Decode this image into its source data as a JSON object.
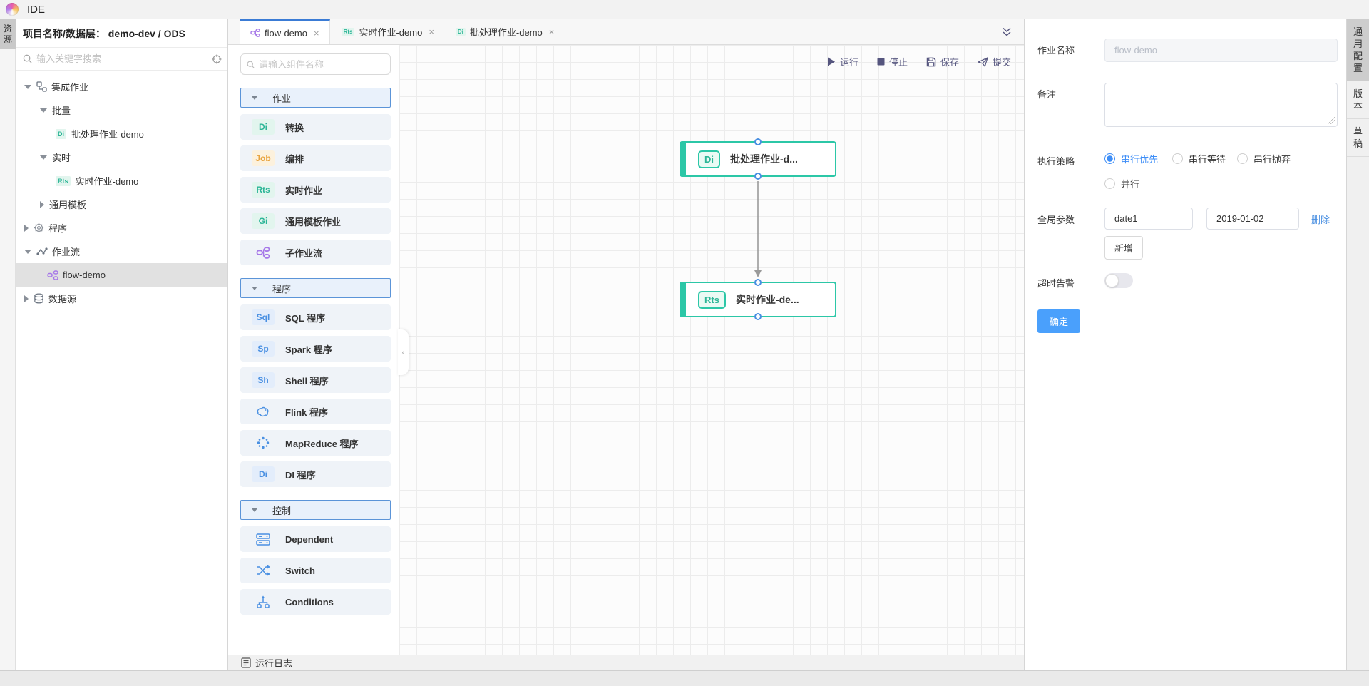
{
  "header": {
    "title": "IDE"
  },
  "left_strip": {
    "tab": "资源"
  },
  "sidebar": {
    "project_label": "项目名称/数据层：",
    "project_value": "demo-dev / ODS",
    "search_placeholder": "输入关键字搜索",
    "tree": [
      {
        "label": "集成作业"
      },
      {
        "label": "批量"
      },
      {
        "label": "批处理作业-demo",
        "badge": "Di"
      },
      {
        "label": "实时"
      },
      {
        "label": "实时作业-demo",
        "badge": "Rts"
      },
      {
        "label": "通用模板"
      },
      {
        "label": "程序"
      },
      {
        "label": "作业流"
      },
      {
        "label": "flow-demo"
      },
      {
        "label": "数据源"
      }
    ]
  },
  "tabs": [
    {
      "label": "flow-demo",
      "close": "×"
    },
    {
      "label": "实时作业-demo",
      "badge": "Rts",
      "close": "×"
    },
    {
      "label": "批处理作业-demo",
      "badge": "Di",
      "close": "×"
    }
  ],
  "toolbar": {
    "run": "运行",
    "stop": "停止",
    "save": "保存",
    "submit": "提交"
  },
  "components": {
    "search_placeholder": "请输入组件名称",
    "sections": [
      {
        "title": "作业",
        "items": [
          {
            "badge": "Di",
            "label": "转换"
          },
          {
            "badge": "Job",
            "label": "编排"
          },
          {
            "badge": "Rts",
            "label": "实时作业"
          },
          {
            "badge": "Gi",
            "label": "通用模板作业"
          },
          {
            "label": "子作业流"
          }
        ]
      },
      {
        "title": "程序",
        "items": [
          {
            "badge": "Sql",
            "label": "SQL 程序"
          },
          {
            "badge": "Sp",
            "label": "Spark 程序"
          },
          {
            "badge": "Sh",
            "label": "Shell 程序"
          },
          {
            "label": "Flink 程序"
          },
          {
            "label": "MapReduce 程序"
          },
          {
            "badge": "Di",
            "label": "DI 程序"
          }
        ]
      },
      {
        "title": "控制",
        "items": [
          {
            "label": "Dependent"
          },
          {
            "label": "Switch"
          },
          {
            "label": "Conditions"
          }
        ]
      }
    ]
  },
  "canvas": {
    "nodes": [
      {
        "badge": "Di",
        "label": "批处理作业-d..."
      },
      {
        "badge": "Rts",
        "label": "实时作业-de..."
      }
    ]
  },
  "log_bar": {
    "label": "运行日志"
  },
  "right_panel": {
    "job_name_label": "作业名称",
    "job_name_value": "flow-demo",
    "remark_label": "备注",
    "strategy_label": "执行策略",
    "strategy_options": [
      "串行优先",
      "串行等待",
      "串行抛弃",
      "并行"
    ],
    "strategy_selected": "串行优先",
    "params_label": "全局参数",
    "param_name": "date1",
    "param_value": "2019-01-02",
    "delete_label": "删除",
    "add_label": "新增",
    "timeout_label": "超时告警",
    "confirm_label": "确定"
  },
  "right_strip": {
    "tabs": [
      "通用配置",
      "版本",
      "草稿"
    ],
    "active": "通用配置"
  },
  "colors": {
    "accent_blue": "#4a90e2",
    "teal": "#2cc7a7",
    "orange": "#e8a33d",
    "purple": "#a678e8",
    "toolbar_ink": "#55557e",
    "confirm_blue": "#4aa0fc",
    "active_tab_top": "#3a7bd5"
  }
}
